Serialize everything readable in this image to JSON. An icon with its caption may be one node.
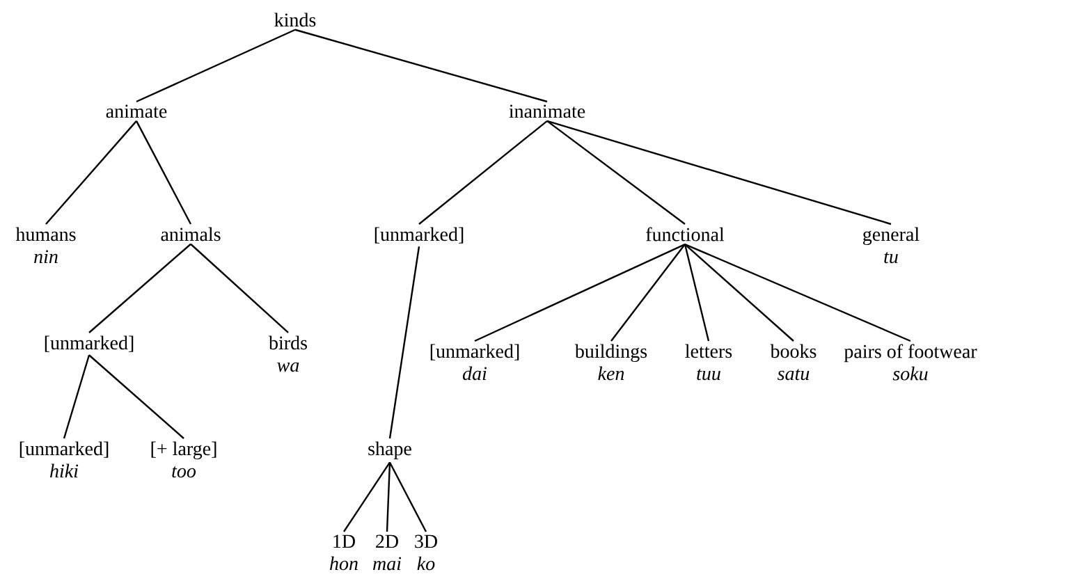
{
  "diagram": {
    "nodes": [
      {
        "text": [
          "kinds"
        ]
      },
      {
        "text": [
          "animate"
        ]
      },
      {
        "text": [
          "inanimate"
        ]
      },
      {
        "text": [
          "humans",
          "nin"
        ]
      },
      {
        "text": [
          "animals"
        ]
      },
      {
        "text": [
          "[unmarked]"
        ]
      },
      {
        "text": [
          "functional"
        ]
      },
      {
        "text": [
          "general",
          "tu"
        ]
      },
      {
        "text": [
          "[unmarked]"
        ]
      },
      {
        "text": [
          "birds",
          "wa"
        ]
      },
      {
        "text": [
          "[unmarked]",
          "hiki"
        ]
      },
      {
        "text": [
          "[+ large]",
          "too"
        ]
      },
      {
        "text": [
          "shape"
        ]
      },
      {
        "text": [
          "1D",
          "hon"
        ]
      },
      {
        "text": [
          "2D",
          "mai"
        ]
      },
      {
        "text": [
          "3D",
          "ko"
        ]
      },
      {
        "text": [
          "[unmarked]",
          "dai"
        ]
      },
      {
        "text": [
          "buildings",
          "ken"
        ]
      },
      {
        "text": [
          "letters",
          "tuu"
        ]
      },
      {
        "text": [
          "books",
          "satu"
        ]
      },
      {
        "text": [
          "pairs of footwear",
          "soku"
        ]
      }
    ],
    "edges": [
      {
        "from": 0,
        "to": 1,
        "arrow": "none"
      },
      {
        "from": 0,
        "to": 2,
        "arrow": "none"
      },
      {
        "from": 1,
        "to": 3,
        "arrow": "none"
      },
      {
        "from": 1,
        "to": 4,
        "arrow": "none"
      },
      {
        "from": 2,
        "to": 5,
        "arrow": "none"
      },
      {
        "from": 2,
        "to": 6,
        "arrow": "none"
      },
      {
        "from": 2,
        "to": 7,
        "arrow": "none"
      },
      {
        "from": 4,
        "to": 8,
        "arrow": "none"
      },
      {
        "from": 4,
        "to": 9,
        "arrow": "none"
      },
      {
        "from": 8,
        "to": 10,
        "arrow": "none"
      },
      {
        "from": 8,
        "to": 11,
        "arrow": "none"
      },
      {
        "from": 5,
        "to": 12,
        "arrow": "none"
      },
      {
        "from": 12,
        "to": 13,
        "arrow": "none"
      },
      {
        "from": 12,
        "to": 14,
        "arrow": "none"
      },
      {
        "from": 12,
        "to": 15,
        "arrow": "none"
      },
      {
        "from": 6,
        "to": 16,
        "arrow": "none"
      },
      {
        "from": 6,
        "to": 17,
        "arrow": "none"
      },
      {
        "from": 6,
        "to": 18,
        "arrow": "none"
      },
      {
        "from": 6,
        "to": 19,
        "arrow": "none"
      },
      {
        "from": 6,
        "to": 20,
        "arrow": "none"
      }
    ]
  }
}
